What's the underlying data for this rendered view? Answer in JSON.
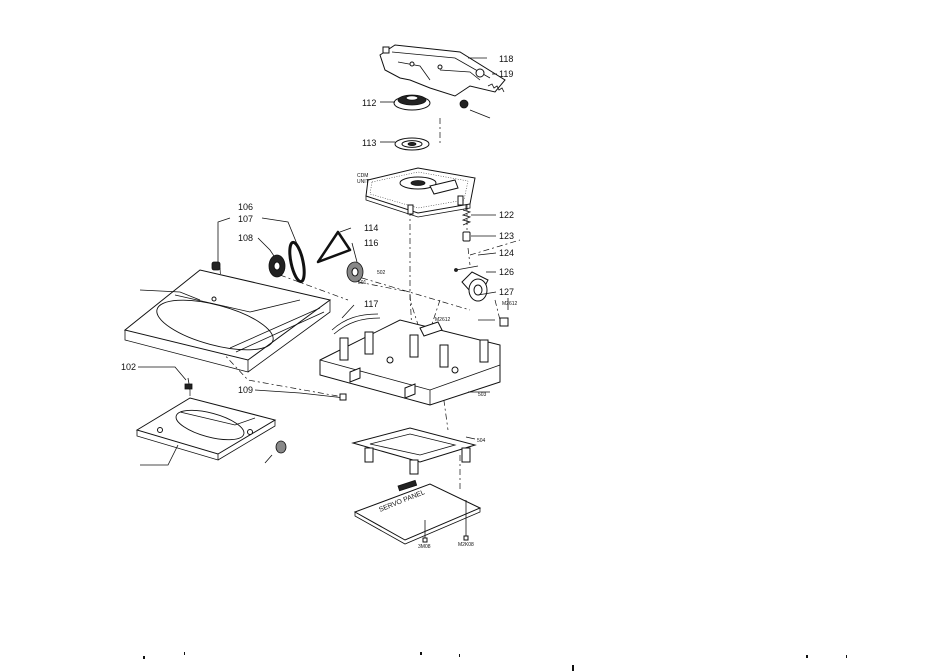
{
  "labels": {
    "p102": "102",
    "p106": "106",
    "p107": "107",
    "p108": "108",
    "p109": "109",
    "p112": "112",
    "p113": "113",
    "p114": "114",
    "p116": "116",
    "p117": "117",
    "p118": "118",
    "p119": "119",
    "p122": "122",
    "p123": "123",
    "p124": "124",
    "p126": "126",
    "p127": "127",
    "s501": "501",
    "s502": "502",
    "s503": "503",
    "s504": "504",
    "cdm1": "CDM",
    "cdm2": "UNIT",
    "servo": "SERVO PANEL",
    "m2612a": "M2612",
    "m2612b": "M2612",
    "m3408a": "3M08",
    "m3408b": "M2K08"
  }
}
